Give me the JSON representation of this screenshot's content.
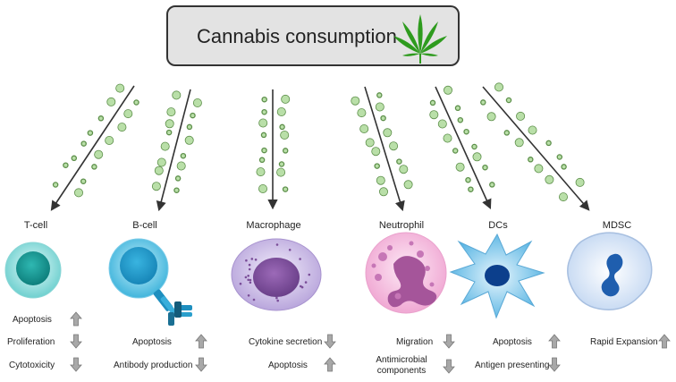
{
  "header": {
    "title": "Cannabis consumption",
    "icon": "cannabis-leaf-icon"
  },
  "cells": [
    {
      "name": "T-cell",
      "effects": [
        {
          "text": "Apoptosis",
          "direction": "up"
        },
        {
          "text": "Proliferation",
          "direction": "down"
        },
        {
          "text": "Cytotoxicity",
          "direction": "down"
        }
      ]
    },
    {
      "name": "B-cell",
      "effects": [
        {
          "text": "Apoptosis",
          "direction": "up"
        },
        {
          "text": "Antibody production",
          "direction": "down"
        }
      ]
    },
    {
      "name": "Macrophage",
      "effects": [
        {
          "text": "Cytokine secretion",
          "direction": "down"
        },
        {
          "text": "Apoptosis",
          "direction": "up"
        }
      ]
    },
    {
      "name": "Neutrophil",
      "effects": [
        {
          "text": "Migration",
          "direction": "down"
        },
        {
          "text": "Antimicrobial components",
          "direction": "down"
        }
      ]
    },
    {
      "name": "DCs",
      "effects": [
        {
          "text": "Apoptosis",
          "direction": "up"
        },
        {
          "text": "Antigen presenting",
          "direction": "down"
        }
      ]
    },
    {
      "name": "MDSC",
      "effects": [
        {
          "text": "Rapid Expansion",
          "direction": "up"
        }
      ]
    }
  ],
  "colors": {
    "leaf": "#2e9b1e",
    "particle": "#b9dfa8",
    "particle_edge": "#5d8f4a",
    "arrow_box": "#a8a8a8"
  }
}
